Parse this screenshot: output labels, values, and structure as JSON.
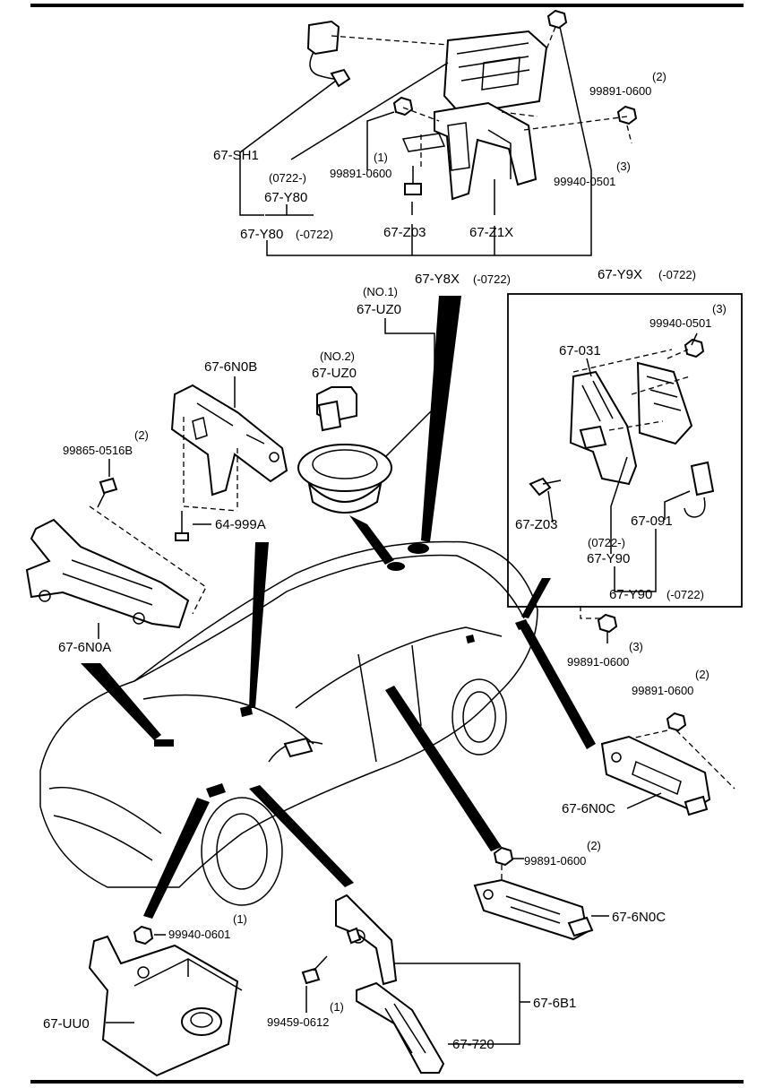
{
  "labels": {
    "l67SH1": "67-SH1",
    "l0722a": "(0722-)",
    "l67Y80a": "67-Y80",
    "l67Y80b": "67-Y80",
    "l0722b": "(-0722)",
    "q1a": "(1)",
    "l99891_0600_a": "99891-0600",
    "q2a": "(2)",
    "l99891_0600_b": "99891-0600",
    "q3a": "(3)",
    "l99940_0501_a": "99940-0501",
    "l67Z03a": "67-Z03",
    "l67Z1X": "67-Z1X",
    "l67Y8X": "67-Y8X",
    "l0722c": "(-0722)",
    "l67Y9X": "67-Y9X",
    "l0722d": "(-0722)",
    "no1": "(NO.1)",
    "l67UZ0a": "67-UZ0",
    "no2": "(NO.2)",
    "l67UZ0b": "67-UZ0",
    "l676N0B": "67-6N0B",
    "q2b": "(2)",
    "l99865_0516B": "99865-0516B",
    "l64999A": "64-999A",
    "l676N0A": "67-6N0A",
    "q3b": "(3)",
    "l99940_0501_b": "99940-0501",
    "l67031": "67-031",
    "l67Z03b": "67-Z03",
    "l67091": "67-091",
    "l0722e": "(0722-)",
    "l67Y90a": "67-Y90",
    "l67Y90b": "67-Y90",
    "l0722f": "(-0722)",
    "q3c": "(3)",
    "l99891_0600_c": "99891-0600",
    "q2c": "(2)",
    "l99891_0600_d": "99891-0600",
    "l676N0C_a": "67-6N0C",
    "q2d": "(2)",
    "l99891_0600_e": "99891-0600",
    "l676N0C_b": "67-6N0C",
    "q1b": "(1)",
    "l99940_0601": "99940-0601",
    "l67UU0": "67-UU0",
    "q1c": "(1)",
    "l99459_0612": "99459-0612",
    "l676B1": "67-6B1",
    "l67720": "67-720"
  }
}
